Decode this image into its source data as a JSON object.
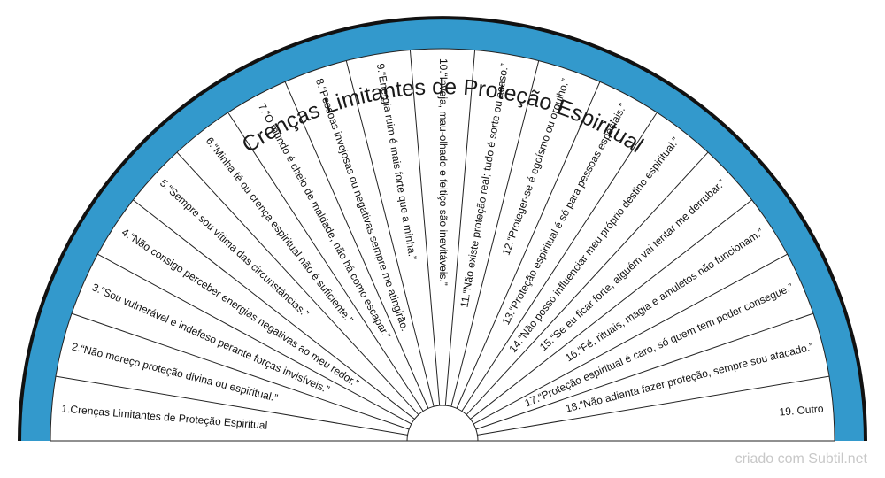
{
  "title": "Crenças Limitantes de Proteção Espiritual",
  "credit": "criado com Subtil.net",
  "colors": {
    "ring": "#3399cc",
    "outline": "#111111",
    "fill": "#ffffff",
    "line": "#222222"
  },
  "segments": [
    "1.Crenças Limitantes de Proteção Espiritual",
    "2.“Não mereço proteção divina ou espiritual.”",
    "3.“Sou vulnerável e indefeso perante forças invisíveis.”",
    "4.“Não consigo perceber energias negativas ao meu redor.”",
    "5.“Sempre sou vítima das circunstâncias.”",
    "6.“Minha fé ou crença espiritual não é suficiente.”",
    "7.“O mundo é cheio de maldade, não há como escapar.”",
    "8.“Pessoas invejosas ou negativas sempre me atingirão.",
    "9.“Energia ruim é mais forte que a minha.”",
    "10.“Inveja, mau-olhado e feitiço são inevitáveis.”",
    "11.“Não existe proteção real; tudo é sorte ou acaso.”",
    "12.“Proteger-se é egoísmo ou orgulho.”",
    "13.“Proteção espiritual é só para pessoas especiais.”",
    "14.“Não posso influenciar meu próprio destino espiritual.”",
    "15.“Se eu ficar forte, alguém vai tentar me derrubar.”",
    "16.“Fé, rituais, magia e amuletos não funcionam.”",
    "17.“Proteção espiritual é caro, só quem tem poder consegue.”",
    "18.“Não adianta fazer proteção, sempre sou atacado.”",
    "19. Outro"
  ]
}
